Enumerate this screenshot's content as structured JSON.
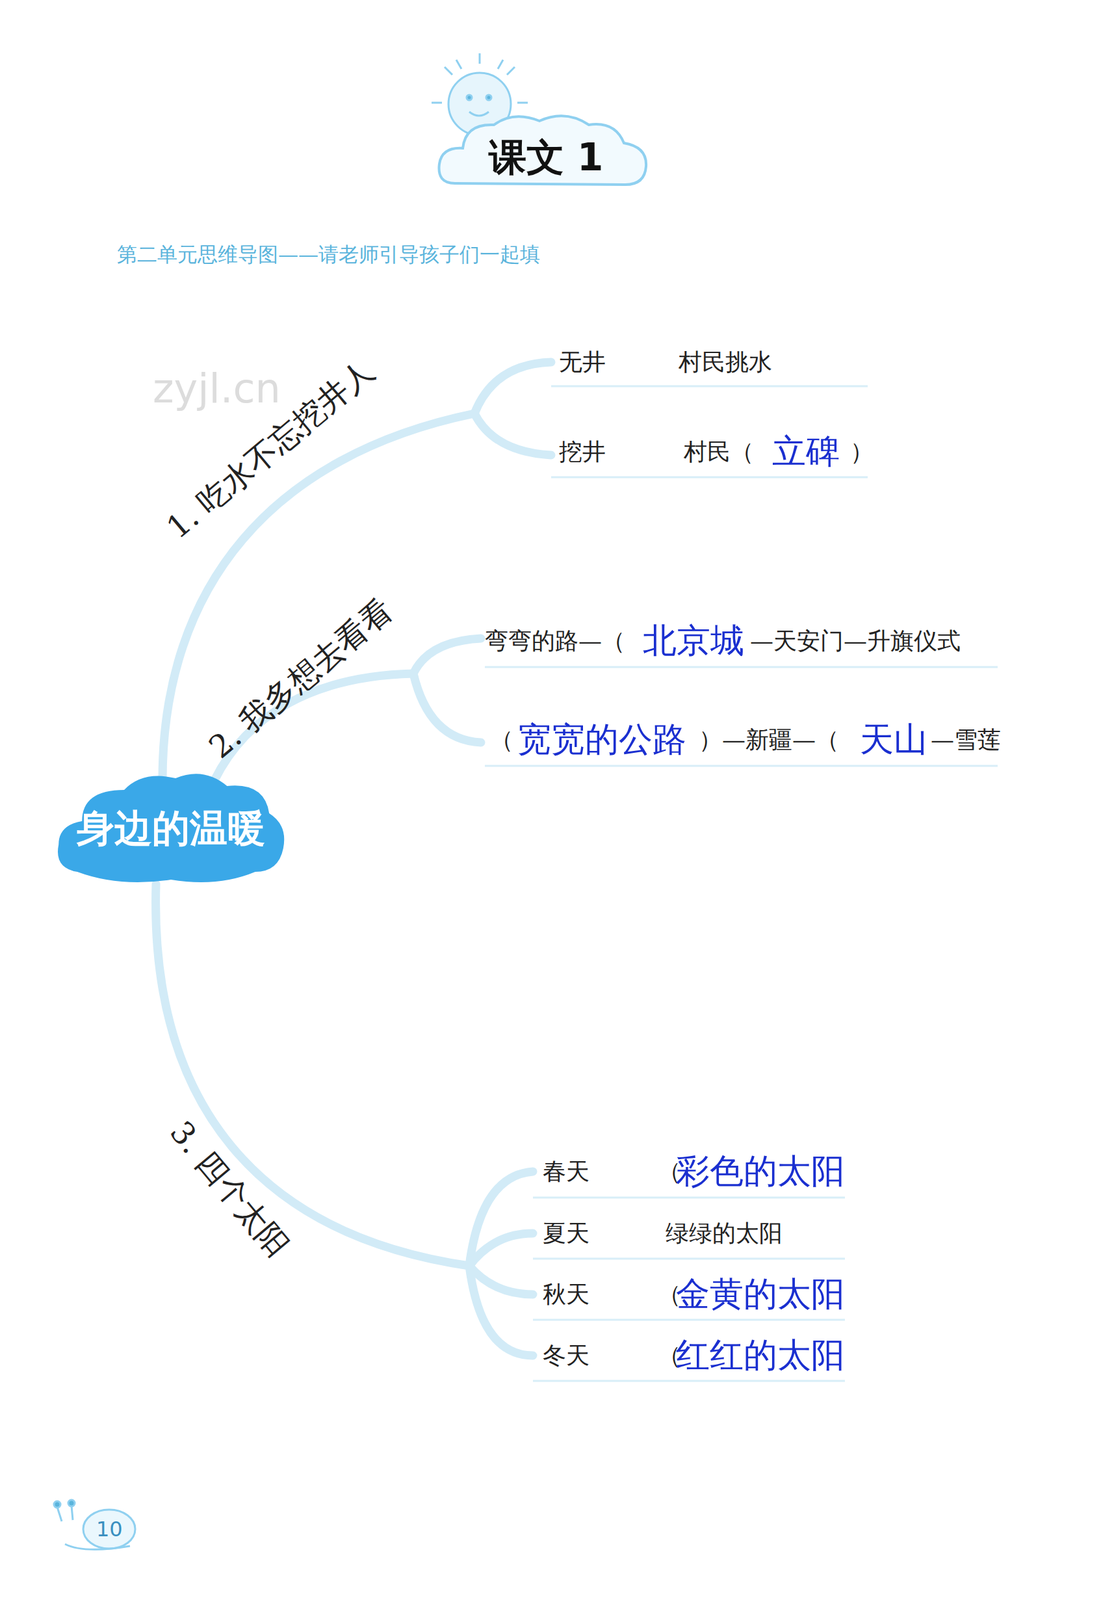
{
  "diagram": {
    "title": "课文 1",
    "nodes": [
      {
        "text": [
          "身边的温暖"
        ]
      }
    ],
    "labels": [
      "第二单元思维导图——请老师引导孩子们一起填",
      "zyjl.cn",
      "1. 吃水不忘挖井人",
      "无井",
      "村民挑水",
      "挖井",
      "村民（",
      "立碑",
      "）",
      "2. 我多想去看看",
      "弯弯的路—（",
      "北京城",
      "—天安门—升旗仪式",
      "（",
      "宽宽的公路",
      "）—新疆—（",
      "天山",
      "—雪莲",
      "3. 四个太阳",
      "春天",
      "（",
      "彩色的太阳",
      "夏天",
      "绿绿的太阳",
      "秋天",
      "（",
      "金黄的太阳",
      "冬天",
      "（",
      "红红的太阳",
      "10"
    ]
  }
}
